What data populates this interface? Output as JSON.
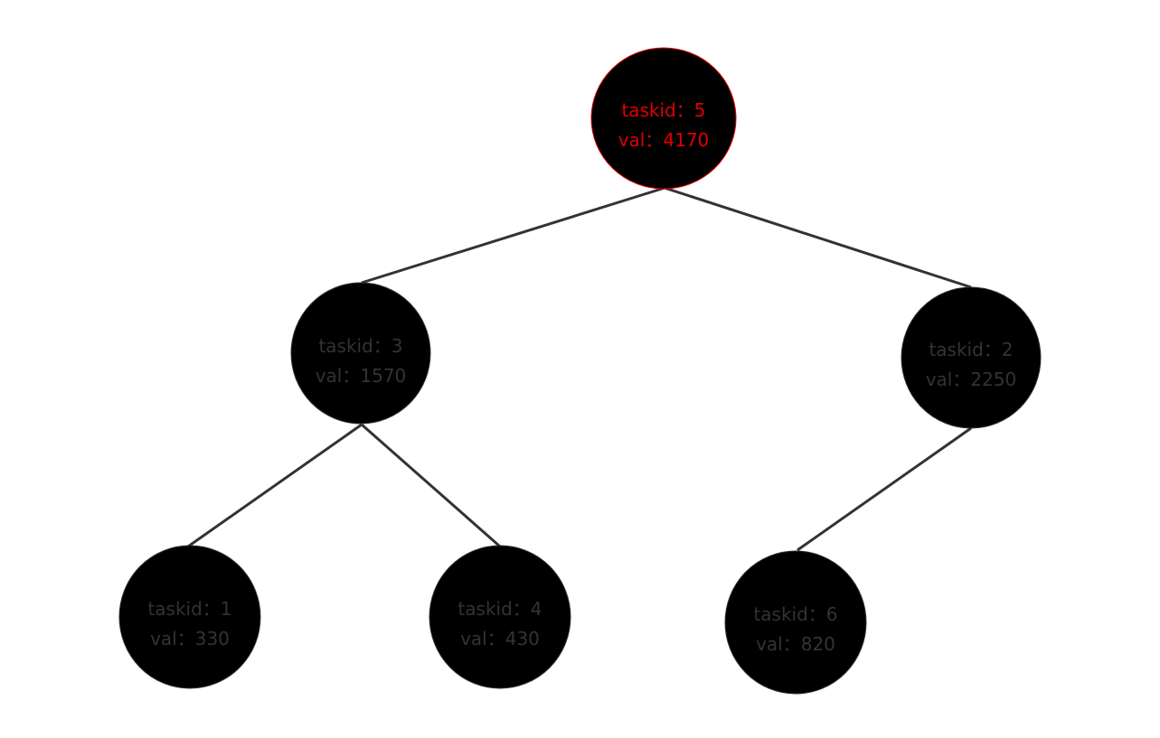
{
  "colors": {
    "highlight": "#e00000",
    "normal": "#333333"
  },
  "nodes": [
    {
      "id": "n5",
      "taskid_text": "taskid：5",
      "val_text": "val：4170",
      "taskid": 5,
      "val": 4170,
      "highlighted": true
    },
    {
      "id": "n3",
      "taskid_text": "taskid：3",
      "val_text": "val：1570",
      "taskid": 3,
      "val": 1570,
      "highlighted": false
    },
    {
      "id": "n2",
      "taskid_text": "taskid：2",
      "val_text": "val：2250",
      "taskid": 2,
      "val": 2250,
      "highlighted": false
    },
    {
      "id": "n1",
      "taskid_text": "taskid：1",
      "val_text": "val：330",
      "taskid": 1,
      "val": 330,
      "highlighted": false
    },
    {
      "id": "n4",
      "taskid_text": "taskid：4",
      "val_text": "val：430",
      "taskid": 4,
      "val": 430,
      "highlighted": false
    },
    {
      "id": "n6",
      "taskid_text": "taskid：6",
      "val_text": "val：820",
      "taskid": 6,
      "val": 820,
      "highlighted": false
    }
  ],
  "edges": [
    {
      "from": "n5",
      "to": "n3"
    },
    {
      "from": "n5",
      "to": "n2"
    },
    {
      "from": "n3",
      "to": "n1"
    },
    {
      "from": "n3",
      "to": "n4"
    },
    {
      "from": "n2",
      "to": "n6"
    }
  ]
}
